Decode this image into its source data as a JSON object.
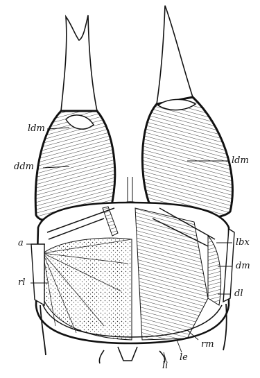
{
  "labels": {
    "ldm_left": "ldm",
    "ddm": "ddm",
    "ldm_right": "ldm",
    "a": "a",
    "lbx": "lbx",
    "dm": "dm",
    "rl": "rl",
    "dl": "dl",
    "rm": "rm",
    "le": "le",
    "li": "li"
  },
  "colors": {
    "ink": "#111111",
    "paper": "#ffffff"
  }
}
